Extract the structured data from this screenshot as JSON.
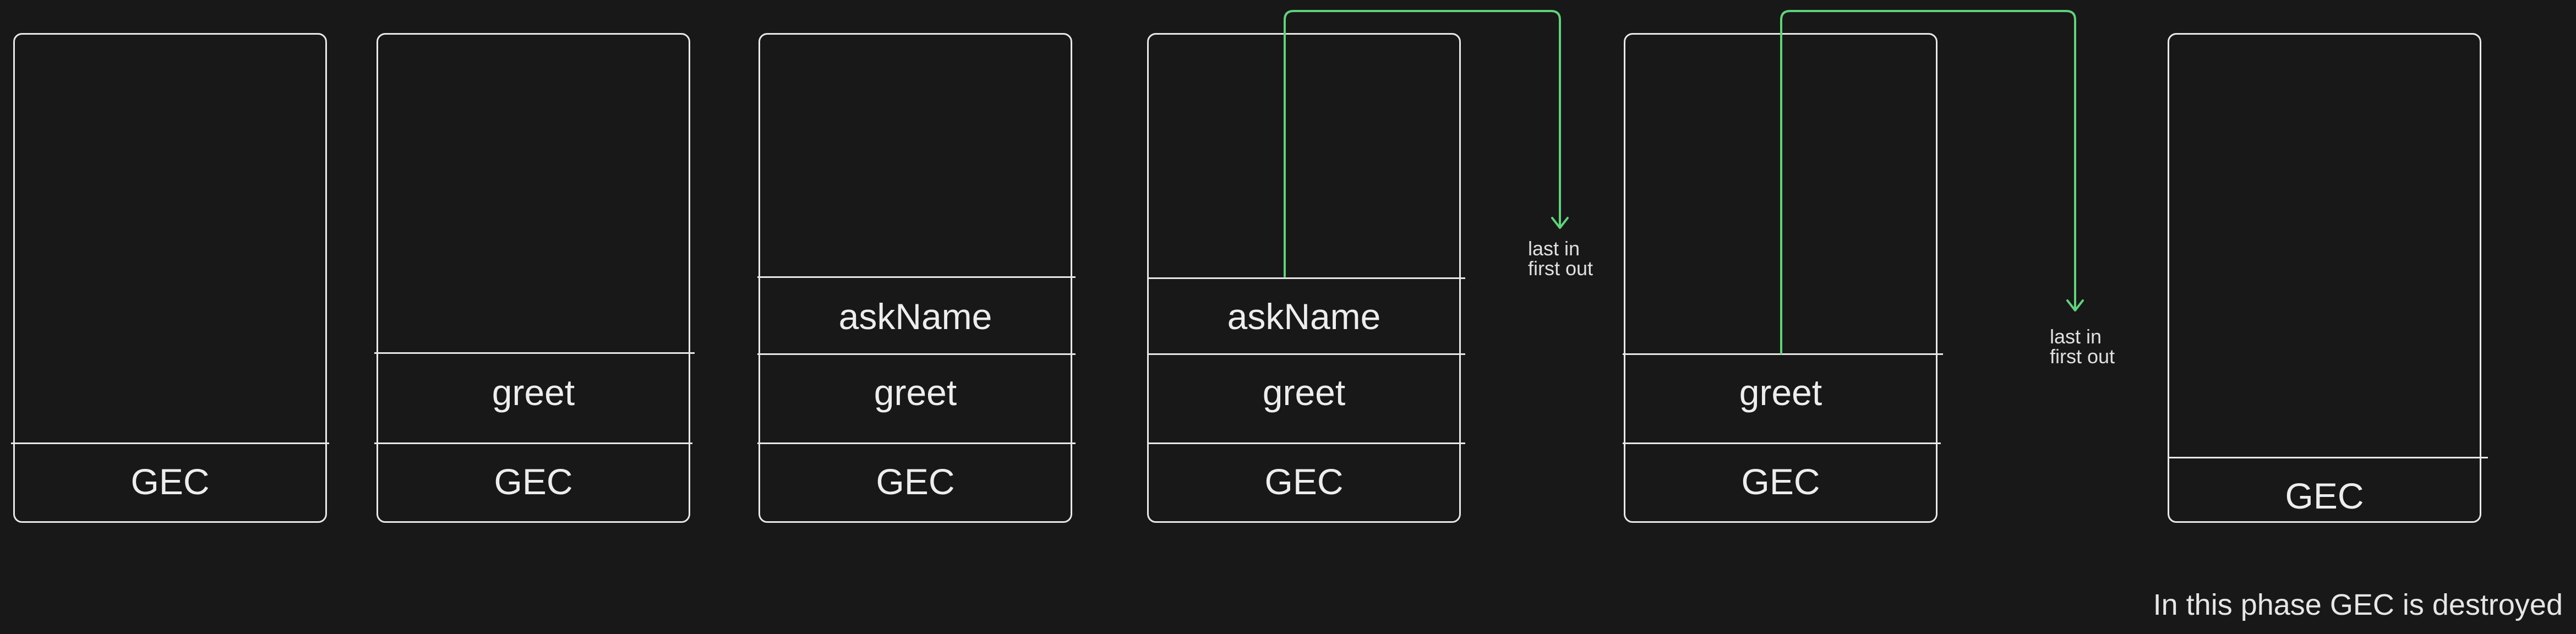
{
  "stacks": [
    {
      "frames": [
        "GEC"
      ]
    },
    {
      "frames": [
        "greet",
        "GEC"
      ]
    },
    {
      "frames": [
        "askName",
        "greet",
        "GEC"
      ]
    },
    {
      "frames": [
        "askName",
        "greet",
        "GEC"
      ]
    },
    {
      "frames": [
        "greet",
        "GEC"
      ]
    },
    {
      "frames": [
        "GEC"
      ]
    }
  ],
  "annotations": {
    "pop_note_1_line1": "last in",
    "pop_note_1_line2": "first out",
    "pop_note_2_line1": "last in",
    "pop_note_2_line2": "first out"
  },
  "footer": "In this phase GEC is destroyed",
  "colors": {
    "background": "#181818",
    "outline": "#e8e8e8",
    "arrow": "#5fd37a"
  }
}
